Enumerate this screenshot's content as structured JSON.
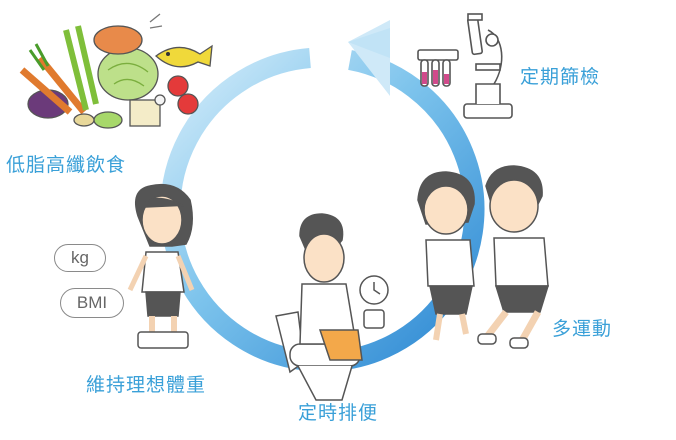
{
  "colors": {
    "cycle_light": "#d7eefb",
    "cycle_dark": "#2f8fd6",
    "label": "#3aa0d8",
    "outline": "#555555"
  },
  "steps": [
    {
      "label": "定期篩檢",
      "icon": "microscope-icon"
    },
    {
      "label": "低脂高纖飲食",
      "icon": "vegetables-icon"
    },
    {
      "label": "維持理想體重",
      "icon": "scale-person-icon"
    },
    {
      "label": "定時排便",
      "icon": "toilet-person-icon"
    },
    {
      "label": "多運動",
      "icon": "jogging-couple-icon"
    }
  ],
  "weight_badges": [
    "kg",
    "BMI"
  ]
}
